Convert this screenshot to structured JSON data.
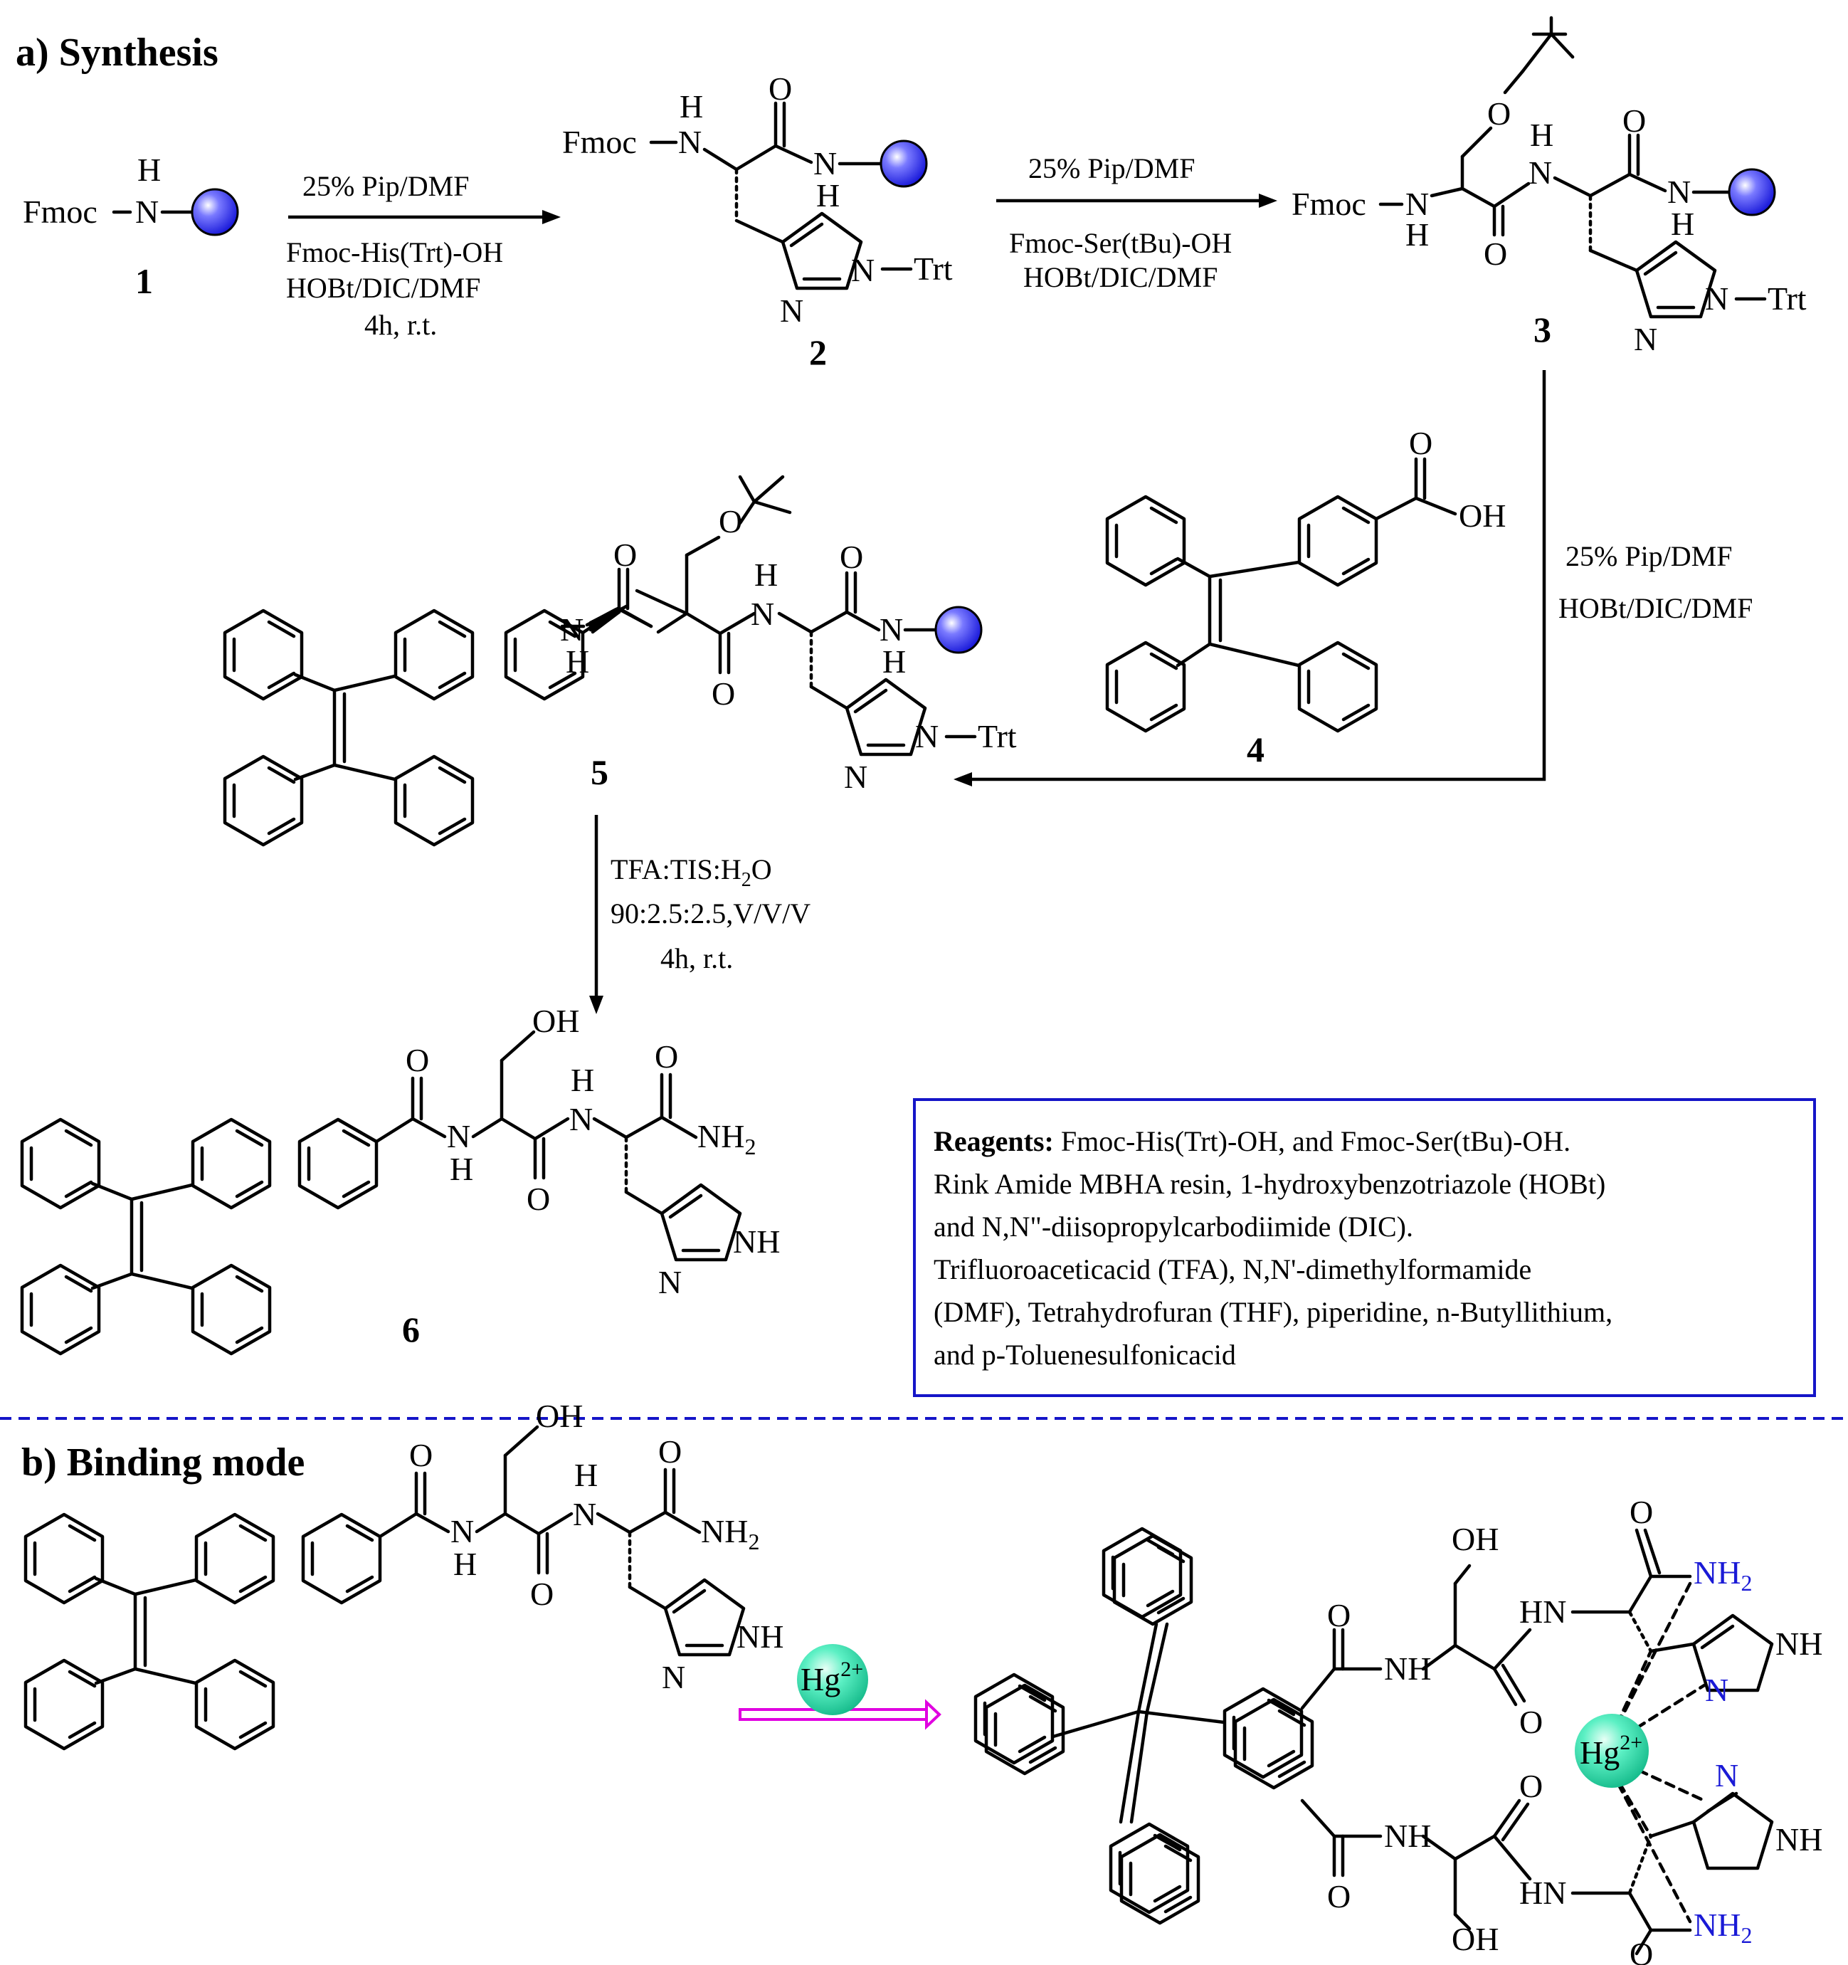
{
  "section_a": {
    "title": "a) Synthesis"
  },
  "section_b": {
    "title": "b) Binding mode"
  },
  "compounds": {
    "c1": {
      "number": "1",
      "labels": [
        "Fmoc",
        "N",
        "H"
      ]
    },
    "c2": {
      "number": "2",
      "labels": [
        "Fmoc",
        "N",
        "H",
        "O",
        "N",
        "H",
        "N",
        "N",
        "Trt"
      ]
    },
    "c3": {
      "number": "3",
      "labels": [
        "O",
        "Fmoc",
        "N",
        "H",
        "N",
        "H",
        "O",
        "O",
        "N",
        "H",
        "N",
        "N",
        "Trt"
      ]
    },
    "c4": {
      "number": "4",
      "labels": [
        "O",
        "OH"
      ]
    },
    "c5": {
      "number": "5",
      "labels": [
        "O",
        "O",
        "N",
        "H",
        "N",
        "H",
        "O",
        "O",
        "N",
        "H",
        "N",
        "N",
        "Trt"
      ]
    },
    "c6": {
      "number": "6",
      "labels": [
        "OH",
        "O",
        "N",
        "H",
        "N",
        "H",
        "O",
        "O",
        "NH",
        "2",
        "NH",
        "N"
      ]
    }
  },
  "steps": {
    "s1": {
      "above": "25% Pip/DMF",
      "below": [
        "Fmoc-His(Trt)-OH",
        "HOBt/DIC/DMF",
        "4h, r.t."
      ]
    },
    "s2": {
      "above": "25% Pip/DMF",
      "below": [
        "Fmoc-Ser(tBu)-OH",
        "HOBt/DIC/DMF"
      ]
    },
    "s3": {
      "lines": [
        "25% Pip/DMF",
        "HOBt/DIC/DMF"
      ]
    },
    "s4": {
      "line1_main": "TFA:TIS:H",
      "line1_sub": "2",
      "line1_end": "O",
      "line2": "90:2.5:2.5,V/V/V",
      "line3": "4h, r.t."
    }
  },
  "reagents_box": {
    "heading": "Reagents:",
    "first_line": " Fmoc-His(Trt)-OH, and Fmoc-Ser(tBu)-OH.",
    "lines": [
      "Rink Amide MBHA resin, 1-hydroxybenzotriazole (HOBt)",
      "and N,N\"-diisopropylcarbodiimide (DIC).",
      "Trifluoroaceticacid (TFA), N,N'-dimethylformamide",
      "(DMF), Tetrahydrofuran (THF), piperidine, n-Butyllithium,",
      "and p-Toluenesulfonicacid"
    ]
  },
  "binding": {
    "ion_label": "Hg",
    "ion_charge": "2+",
    "complex_labels": [
      "OH",
      "O",
      "NH",
      "O",
      "HN",
      "O",
      "NH",
      "2",
      "NH",
      "N",
      "O",
      "NH",
      "O",
      "HN",
      "O",
      "NH",
      "2",
      "NH",
      "N",
      "OH"
    ]
  },
  "colors": {
    "resin_bead": "#3a3aff",
    "box_border": "#1515c8",
    "divider": "#1515c8",
    "binding_arrow": "#e000e0",
    "mercury_ion": "#2ee0b0",
    "nh2_blue": "#1a1ad6"
  },
  "icons": [
    "resin-bead-icon",
    "mercury-ion-icon"
  ]
}
